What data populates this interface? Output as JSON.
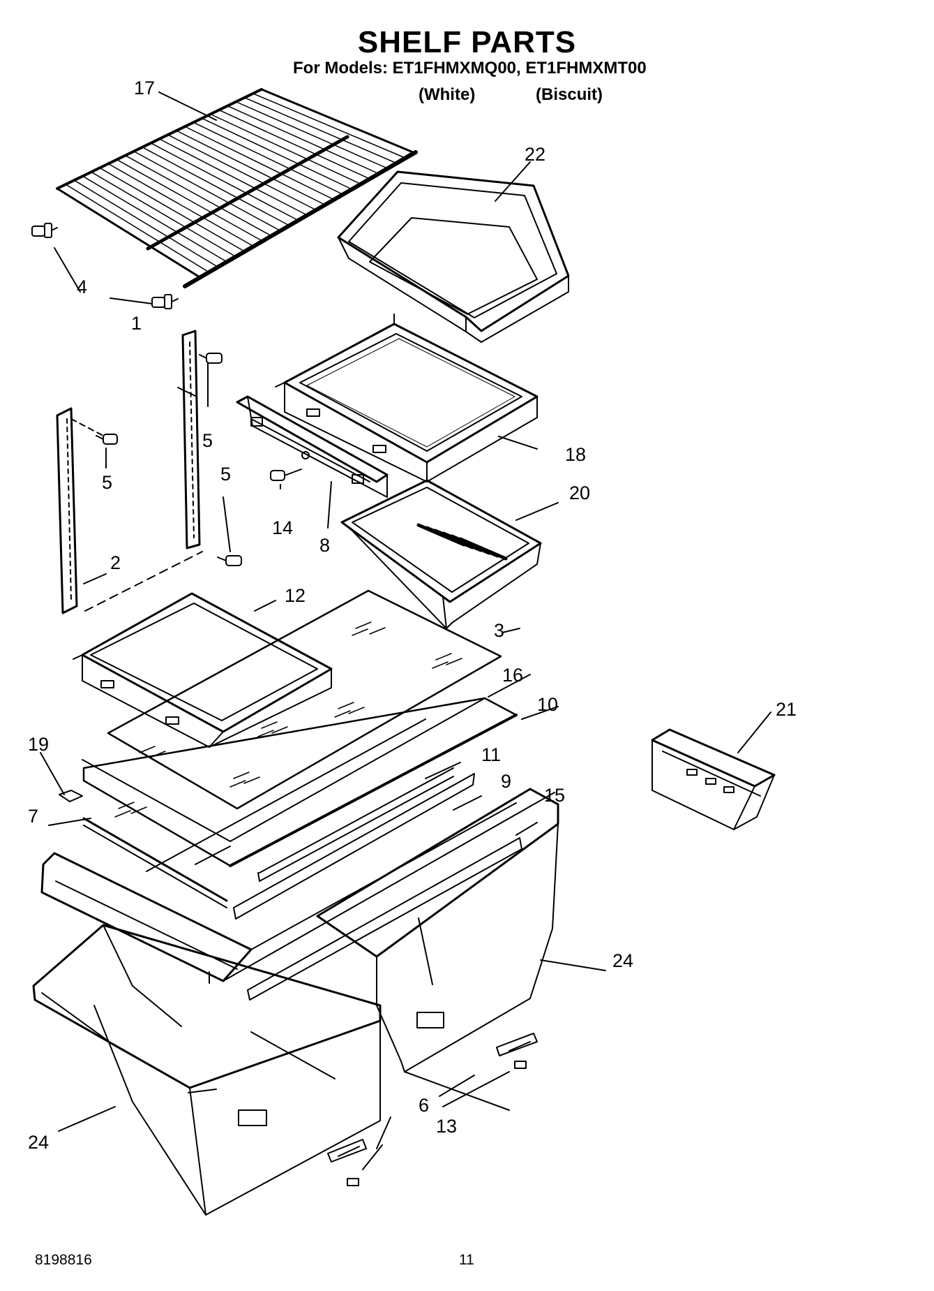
{
  "header": {
    "title": "SHELF PARTS",
    "models_line": "For Models: ET1FHMXMQ00, ET1FHMXMT00",
    "variant_white": "(White)",
    "variant_biscuit": "(Biscuit)"
  },
  "callouts": [
    "17",
    "22",
    "4",
    "1",
    "5",
    "5",
    "5",
    "18",
    "14",
    "8",
    "20",
    "2",
    "12",
    "3",
    "16",
    "10",
    "21",
    "19",
    "11",
    "9",
    "7",
    "15",
    "24",
    "24",
    "6",
    "13"
  ],
  "footer": {
    "doc_number": "8198816",
    "page_number": "11"
  }
}
